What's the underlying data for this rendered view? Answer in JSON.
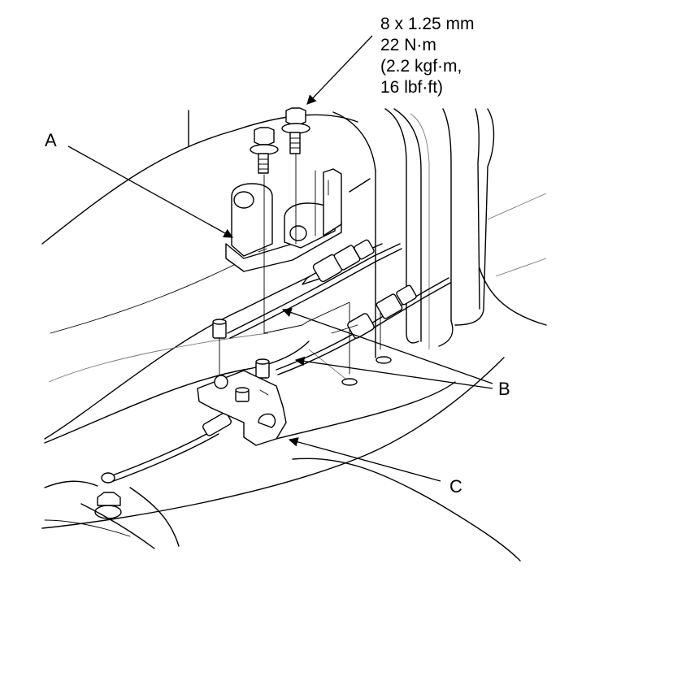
{
  "torque_spec": {
    "thread": "8 x 1.25 mm",
    "torque_nm": "22 N·m",
    "torque_kgfm": "(2.2 kgf·m,",
    "torque_lbfft": "16 lbf·ft)"
  },
  "callouts": {
    "a": "A",
    "b": "B",
    "c": "C"
  },
  "colors": {
    "line": "#000000",
    "background": "#ffffff"
  }
}
